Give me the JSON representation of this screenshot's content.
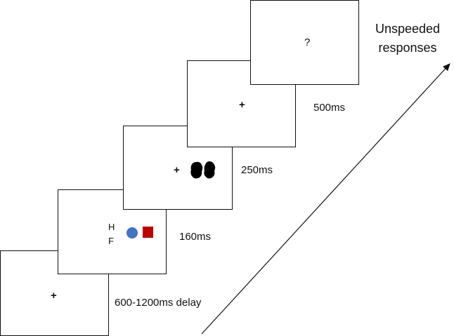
{
  "title": "Unspeeded responses",
  "title_lines": [
    "Unspeeded",
    "responses"
  ],
  "frames": [
    {
      "id": "fixation",
      "content": "+",
      "duration": "600-1200ms delay"
    },
    {
      "id": "cue",
      "letters": [
        "H",
        "F"
      ],
      "shapes": [
        "circle",
        "square"
      ],
      "duration": "160ms"
    },
    {
      "id": "mask",
      "content": "+",
      "duration": "250ms"
    },
    {
      "id": "blank",
      "content": "+",
      "duration": "500ms"
    },
    {
      "id": "response",
      "content": "?"
    }
  ],
  "colors": {
    "circle": "#4472c4",
    "square": "#c00000",
    "mask": "#000000",
    "frame_border": "#111111"
  }
}
